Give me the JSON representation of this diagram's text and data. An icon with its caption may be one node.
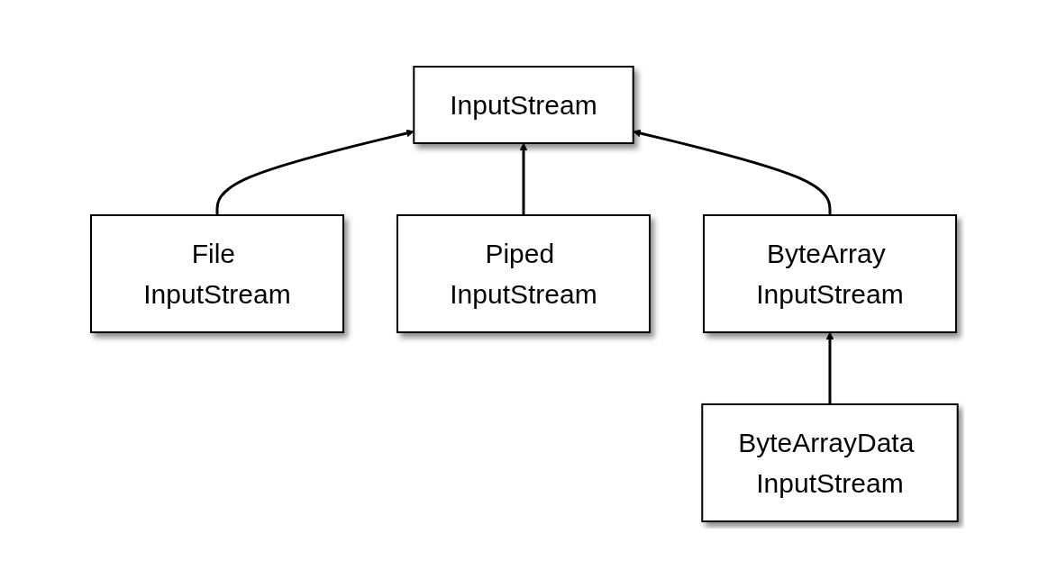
{
  "diagram": {
    "nodes": [
      {
        "text": [
          "InputStream"
        ]
      },
      {
        "text": [
          "File InputStream"
        ]
      },
      {
        "text": [
          "Piped InputStream"
        ]
      },
      {
        "text": [
          "ByteArray InputStream"
        ]
      },
      {
        "text": [
          "ByteArrayData InputStream"
        ]
      }
    ],
    "edges": [
      {
        "from": 1,
        "to": 0,
        "arrow": "to"
      },
      {
        "from": 2,
        "to": 0,
        "arrow": "to"
      },
      {
        "from": 3,
        "to": 0,
        "arrow": "to"
      },
      {
        "from": 4,
        "to": 3,
        "arrow": "to"
      }
    ]
  }
}
